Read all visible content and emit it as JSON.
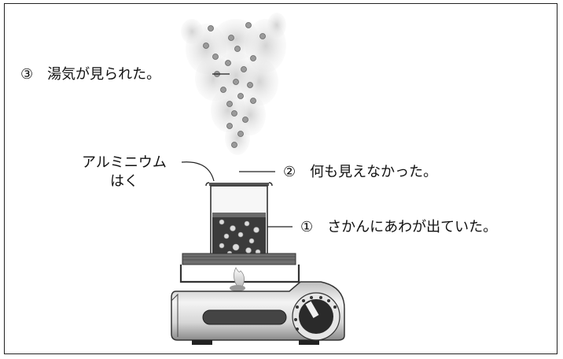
{
  "labels": {
    "item3": {
      "number": "③",
      "text": "湯気が見られた。"
    },
    "item2": {
      "number": "②",
      "text": "何も見えなかった。"
    },
    "item1": {
      "number": "①",
      "text": "さかんにあわが出ていた。"
    },
    "foil": {
      "line1": "アルミニウム",
      "line2": "はく"
    }
  }
}
